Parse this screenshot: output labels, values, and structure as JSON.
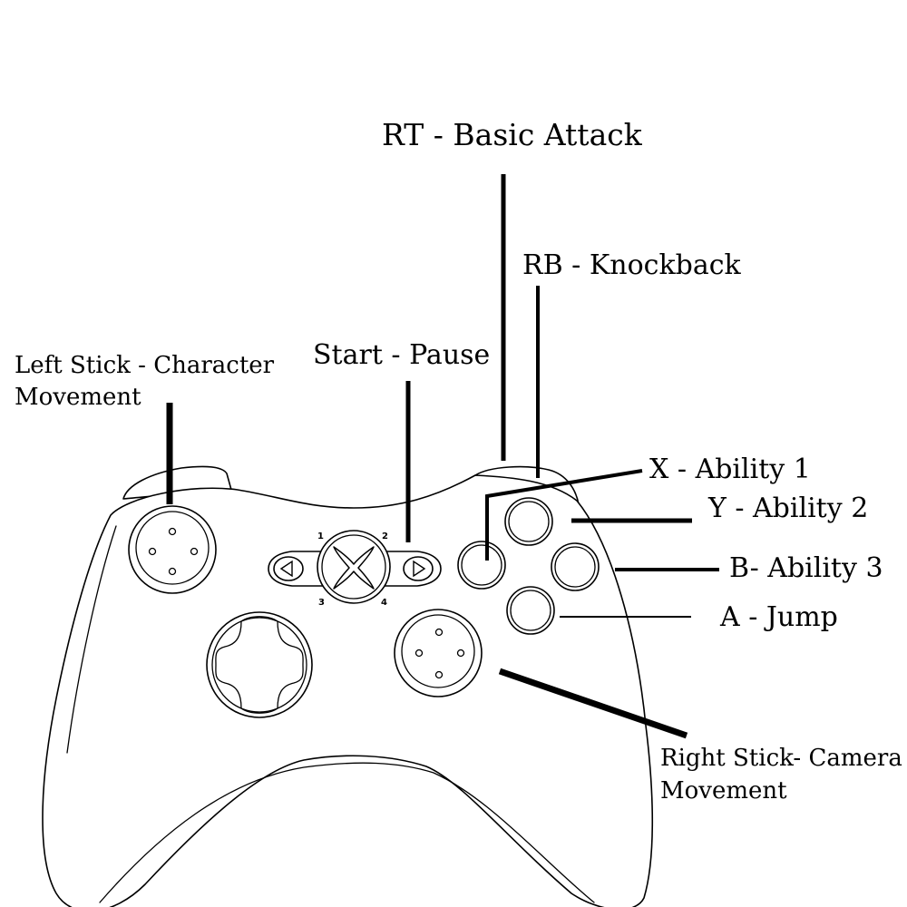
{
  "controller": {
    "guide_numbers": [
      "1",
      "2",
      "3",
      "4"
    ]
  },
  "labels": {
    "rt": "RT - Basic Attack",
    "rb": "RB - Knockback",
    "start": "Start - Pause",
    "left_stick_line1": "Left Stick - Character",
    "left_stick_line2": "Movement",
    "x_button": "X - Ability 1",
    "y_button": "Y - Ability 2",
    "b_button": "B- Ability 3",
    "a_button": "A - Jump",
    "right_stick_line1": "Right Stick- Camera",
    "right_stick_line2": "Movement"
  },
  "colors": {
    "ink": "#000000",
    "paper": "#ffffff"
  }
}
